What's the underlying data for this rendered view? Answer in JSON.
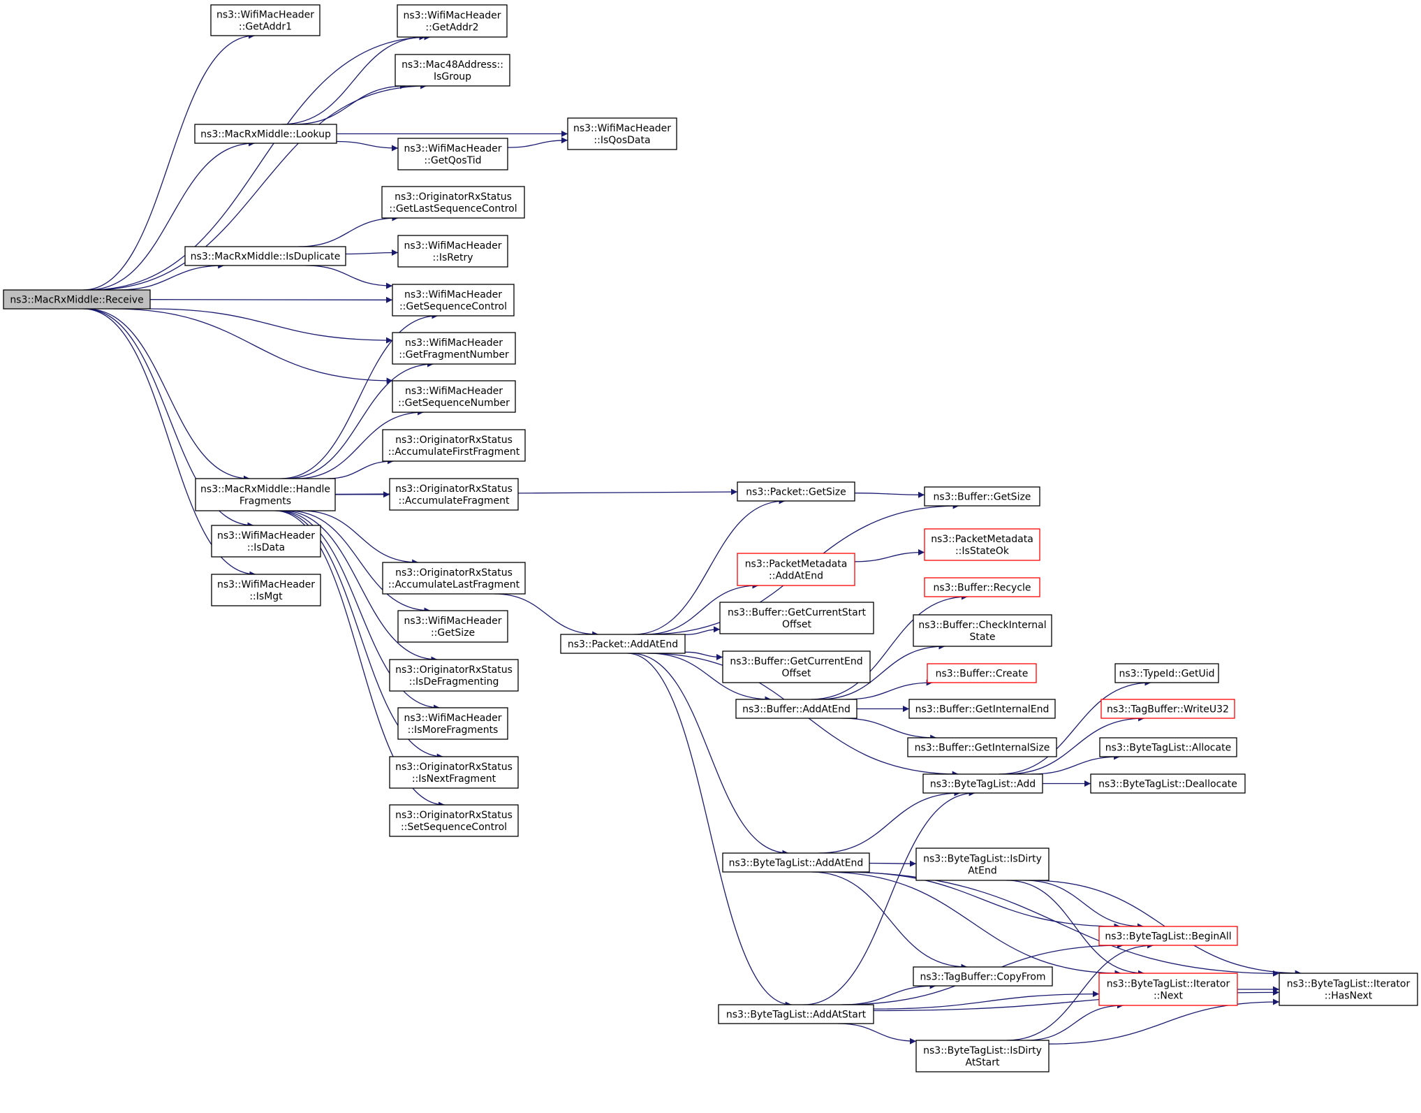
{
  "nodes": {
    "receive": {
      "lines": [
        "ns3::MacRxMiddle::Receive"
      ],
      "style": "root"
    },
    "getaddr1": {
      "lines": [
        "ns3::WifiMacHeader",
        "::GetAddr1"
      ],
      "style": "normal"
    },
    "getaddr2": {
      "lines": [
        "ns3::WifiMacHeader",
        "::GetAddr2"
      ],
      "style": "normal"
    },
    "isgroup": {
      "lines": [
        "ns3::Mac48Address::",
        "IsGroup"
      ],
      "style": "normal"
    },
    "lookup": {
      "lines": [
        "ns3::MacRxMiddle::Lookup"
      ],
      "style": "normal"
    },
    "isqosdata": {
      "lines": [
        "ns3::WifiMacHeader",
        "::IsQosData"
      ],
      "style": "normal"
    },
    "getqostid": {
      "lines": [
        "ns3::WifiMacHeader",
        "::GetQosTid"
      ],
      "style": "normal"
    },
    "getlastseq": {
      "lines": [
        "ns3::OriginatorRxStatus",
        "::GetLastSequenceControl"
      ],
      "style": "normal"
    },
    "isduplicate": {
      "lines": [
        "ns3::MacRxMiddle::IsDuplicate"
      ],
      "style": "normal"
    },
    "isretry": {
      "lines": [
        "ns3::WifiMacHeader",
        "::IsRetry"
      ],
      "style": "normal"
    },
    "getseqctrl": {
      "lines": [
        "ns3::WifiMacHeader",
        "::GetSequenceControl"
      ],
      "style": "normal"
    },
    "getfragnum": {
      "lines": [
        "ns3::WifiMacHeader",
        "::GetFragmentNumber"
      ],
      "style": "normal"
    },
    "getseqnum": {
      "lines": [
        "ns3::WifiMacHeader",
        "::GetSequenceNumber"
      ],
      "style": "normal"
    },
    "accfirst": {
      "lines": [
        "ns3::OriginatorRxStatus",
        "::AccumulateFirstFragment"
      ],
      "style": "normal"
    },
    "handlefrag": {
      "lines": [
        "ns3::MacRxMiddle::Handle",
        "Fragments"
      ],
      "style": "normal"
    },
    "accfrag": {
      "lines": [
        "ns3::OriginatorRxStatus",
        "::AccumulateFragment"
      ],
      "style": "normal"
    },
    "isdata": {
      "lines": [
        "ns3::WifiMacHeader",
        "::IsData"
      ],
      "style": "normal"
    },
    "ismgt": {
      "lines": [
        "ns3::WifiMacHeader",
        "::IsMgt"
      ],
      "style": "normal"
    },
    "acclast": {
      "lines": [
        "ns3::OriginatorRxStatus",
        "::AccumulateLastFragment"
      ],
      "style": "normal"
    },
    "whgetsize": {
      "lines": [
        "ns3::WifiMacHeader",
        "::GetSize"
      ],
      "style": "normal"
    },
    "isdefrag": {
      "lines": [
        "ns3::OriginatorRxStatus",
        "::IsDeFragmenting"
      ],
      "style": "normal"
    },
    "ismorefrag": {
      "lines": [
        "ns3::WifiMacHeader",
        "::IsMoreFragments"
      ],
      "style": "normal"
    },
    "isnextfrag": {
      "lines": [
        "ns3::OriginatorRxStatus",
        "::IsNextFragment"
      ],
      "style": "normal"
    },
    "setseqctrl": {
      "lines": [
        "ns3::OriginatorRxStatus",
        "::SetSequenceControl"
      ],
      "style": "normal"
    },
    "pktgetsize": {
      "lines": [
        "ns3::Packet::GetSize"
      ],
      "style": "normal"
    },
    "bufgetsize": {
      "lines": [
        "ns3::Buffer::GetSize"
      ],
      "style": "normal"
    },
    "pmaddatend": {
      "lines": [
        "ns3::PacketMetadata",
        "::AddAtEnd"
      ],
      "style": "red"
    },
    "pmisstateok": {
      "lines": [
        "ns3::PacketMetadata",
        "::IsStateOk"
      ],
      "style": "red"
    },
    "bufrecycle": {
      "lines": [
        "ns3::Buffer::Recycle"
      ],
      "style": "red"
    },
    "pktaddatend": {
      "lines": [
        "ns3::Packet::AddAtEnd"
      ],
      "style": "normal"
    },
    "bufcurstart": {
      "lines": [
        "ns3::Buffer::GetCurrentStart",
        "Offset"
      ],
      "style": "normal"
    },
    "bufcheckint": {
      "lines": [
        "ns3::Buffer::CheckInternal",
        "State"
      ],
      "style": "normal"
    },
    "bufcurend": {
      "lines": [
        "ns3::Buffer::GetCurrentEnd",
        "Offset"
      ],
      "style": "normal"
    },
    "bufcreate": {
      "lines": [
        "ns3::Buffer::Create"
      ],
      "style": "red"
    },
    "bufaddatend": {
      "lines": [
        "ns3::Buffer::AddAtEnd"
      ],
      "style": "normal"
    },
    "bufintend": {
      "lines": [
        "ns3::Buffer::GetInternalEnd"
      ],
      "style": "normal"
    },
    "bufintsize": {
      "lines": [
        "ns3::Buffer::GetInternalSize"
      ],
      "style": "normal"
    },
    "typeidgetuid": {
      "lines": [
        "ns3::TypeId::GetUid"
      ],
      "style": "normal"
    },
    "tbwriteu32": {
      "lines": [
        "ns3::TagBuffer::WriteU32"
      ],
      "style": "red"
    },
    "btlallocate": {
      "lines": [
        "ns3::ByteTagList::Allocate"
      ],
      "style": "normal"
    },
    "btladd": {
      "lines": [
        "ns3::ByteTagList::Add"
      ],
      "style": "normal"
    },
    "btldealloc": {
      "lines": [
        "ns3::ByteTagList::Deallocate"
      ],
      "style": "normal"
    },
    "btladdatend": {
      "lines": [
        "ns3::ByteTagList::AddAtEnd"
      ],
      "style": "normal"
    },
    "btlisdirtyend": {
      "lines": [
        "ns3::ByteTagList::IsDirty",
        "AtEnd"
      ],
      "style": "normal"
    },
    "btlbeginall": {
      "lines": [
        "ns3::ByteTagList::BeginAll"
      ],
      "style": "red"
    },
    "tbcopyfrom": {
      "lines": [
        "ns3::TagBuffer::CopyFrom"
      ],
      "style": "normal"
    },
    "btlitnext": {
      "lines": [
        "ns3::ByteTagList::Iterator",
        "::Next"
      ],
      "style": "red"
    },
    "btlithasnext": {
      "lines": [
        "ns3::ByteTagList::Iterator",
        "::HasNext"
      ],
      "style": "normal"
    },
    "btladdatstart": {
      "lines": [
        "ns3::ByteTagList::AddAtStart"
      ],
      "style": "normal"
    },
    "btlisdirtystart": {
      "lines": [
        "ns3::ByteTagList::IsDirty",
        "AtStart"
      ],
      "style": "normal"
    }
  },
  "edges": [
    [
      "receive",
      "getaddr1"
    ],
    [
      "receive",
      "getaddr2"
    ],
    [
      "receive",
      "isgroup"
    ],
    [
      "receive",
      "lookup"
    ],
    [
      "receive",
      "isduplicate"
    ],
    [
      "receive",
      "getseqctrl"
    ],
    [
      "receive",
      "getfragnum"
    ],
    [
      "receive",
      "getseqnum"
    ],
    [
      "receive",
      "handlefrag"
    ],
    [
      "receive",
      "isdata"
    ],
    [
      "receive",
      "ismgt"
    ],
    [
      "lookup",
      "getaddr2"
    ],
    [
      "lookup",
      "isgroup"
    ],
    [
      "lookup",
      "isqosdata"
    ],
    [
      "lookup",
      "getqostid"
    ],
    [
      "getqostid",
      "isqosdata"
    ],
    [
      "isduplicate",
      "getlastseq"
    ],
    [
      "isduplicate",
      "isretry"
    ],
    [
      "isduplicate",
      "getseqctrl"
    ],
    [
      "handlefrag",
      "getseqctrl"
    ],
    [
      "handlefrag",
      "getfragnum"
    ],
    [
      "handlefrag",
      "getseqnum"
    ],
    [
      "handlefrag",
      "accfirst"
    ],
    [
      "handlefrag",
      "accfrag"
    ],
    [
      "handlefrag",
      "pktgetsize"
    ],
    [
      "handlefrag",
      "acclast"
    ],
    [
      "handlefrag",
      "whgetsize"
    ],
    [
      "handlefrag",
      "isdefrag"
    ],
    [
      "handlefrag",
      "ismorefrag"
    ],
    [
      "handlefrag",
      "isnextfrag"
    ],
    [
      "handlefrag",
      "setseqctrl"
    ],
    [
      "acclast",
      "pktaddatend"
    ],
    [
      "pktgetsize",
      "bufgetsize"
    ],
    [
      "pktaddatend",
      "pktgetsize"
    ],
    [
      "pktaddatend",
      "bufgetsize"
    ],
    [
      "pktaddatend",
      "pmaddatend"
    ],
    [
      "pktaddatend",
      "bufcurstart"
    ],
    [
      "pktaddatend",
      "bufcurend"
    ],
    [
      "pktaddatend",
      "bufaddatend"
    ],
    [
      "pktaddatend",
      "btladd"
    ],
    [
      "pktaddatend",
      "btladdatend"
    ],
    [
      "pktaddatend",
      "btladdatstart"
    ],
    [
      "pmaddatend",
      "pmisstateok"
    ],
    [
      "bufaddatend",
      "bufrecycle"
    ],
    [
      "bufaddatend",
      "bufcheckint"
    ],
    [
      "bufaddatend",
      "bufcreate"
    ],
    [
      "bufaddatend",
      "bufintend"
    ],
    [
      "bufaddatend",
      "bufintsize"
    ],
    [
      "btladd",
      "typeidgetuid"
    ],
    [
      "btladd",
      "tbwriteu32"
    ],
    [
      "btladd",
      "btlallocate"
    ],
    [
      "btladd",
      "btldealloc"
    ],
    [
      "btladdatend",
      "btladd"
    ],
    [
      "btladdatend",
      "btlisdirtyend"
    ],
    [
      "btladdatend",
      "btlbeginall"
    ],
    [
      "btladdatend",
      "tbcopyfrom"
    ],
    [
      "btladdatend",
      "btlitnext"
    ],
    [
      "btladdatend",
      "btlithasnext"
    ],
    [
      "btlisdirtyend",
      "btlbeginall"
    ],
    [
      "btlisdirtyend",
      "btlitnext"
    ],
    [
      "btlisdirtyend",
      "btlithasnext"
    ],
    [
      "btlitnext",
      "btlithasnext"
    ],
    [
      "btladdatstart",
      "btladd"
    ],
    [
      "btladdatstart",
      "tbcopyfrom"
    ],
    [
      "btladdatstart",
      "btlbeginall"
    ],
    [
      "btladdatstart",
      "btlisdirtystart"
    ],
    [
      "btladdatstart",
      "btlitnext"
    ],
    [
      "btladdatstart",
      "btlithasnext"
    ],
    [
      "btlisdirtystart",
      "btlbeginall"
    ],
    [
      "btlisdirtystart",
      "btlitnext"
    ],
    [
      "btlisdirtystart",
      "btlithasnext"
    ]
  ]
}
